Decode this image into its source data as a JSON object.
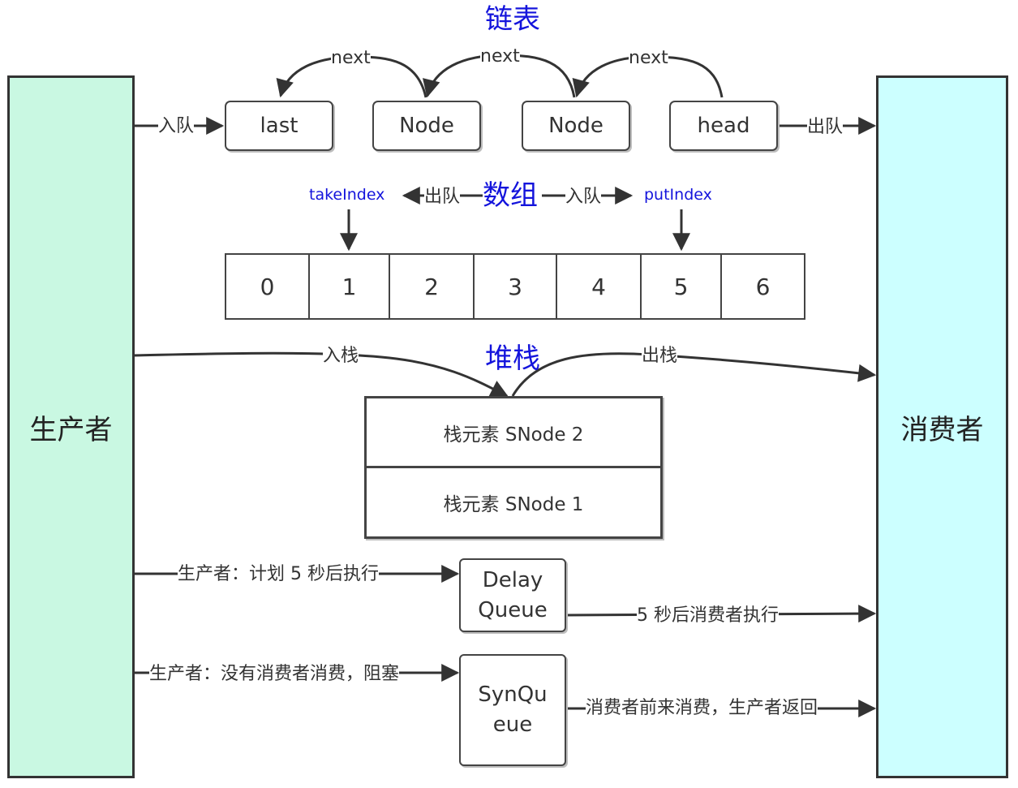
{
  "actors": {
    "producer": "生产者",
    "consumer": "消费者"
  },
  "colors": {
    "producer_fill": "#c9f8e2",
    "consumer_fill": "#ccffff",
    "title_blue": "#1414dc",
    "line": "#333333"
  },
  "linked_list": {
    "title": "链表",
    "nodes": [
      "last",
      "Node",
      "Node",
      "head"
    ],
    "next_label": "next",
    "enqueue_label": "入队",
    "dequeue_label": "出队"
  },
  "array": {
    "title": "数组",
    "cells": [
      "0",
      "1",
      "2",
      "3",
      "4",
      "5",
      "6"
    ],
    "take_index": "takeIndex",
    "put_index": "putIndex",
    "dequeue_label": "出队",
    "enqueue_label": "入队"
  },
  "stack": {
    "title": "堆栈",
    "push_label": "入栈",
    "pop_label": "出栈",
    "elements": [
      "栈元素 SNode 2",
      "栈元素 SNode 1"
    ]
  },
  "delay_queue": {
    "box_line1": "Delay",
    "box_line2": "Queue",
    "producer_label": "生产者：计划 5 秒后执行",
    "consumer_label": "5 秒后消费者执行"
  },
  "syn_queue": {
    "box_line1": "SynQu",
    "box_line2": "eue",
    "producer_label": "生产者：没有消费者消费，阻塞",
    "consumer_label": "消费者前来消费，生产者返回"
  }
}
